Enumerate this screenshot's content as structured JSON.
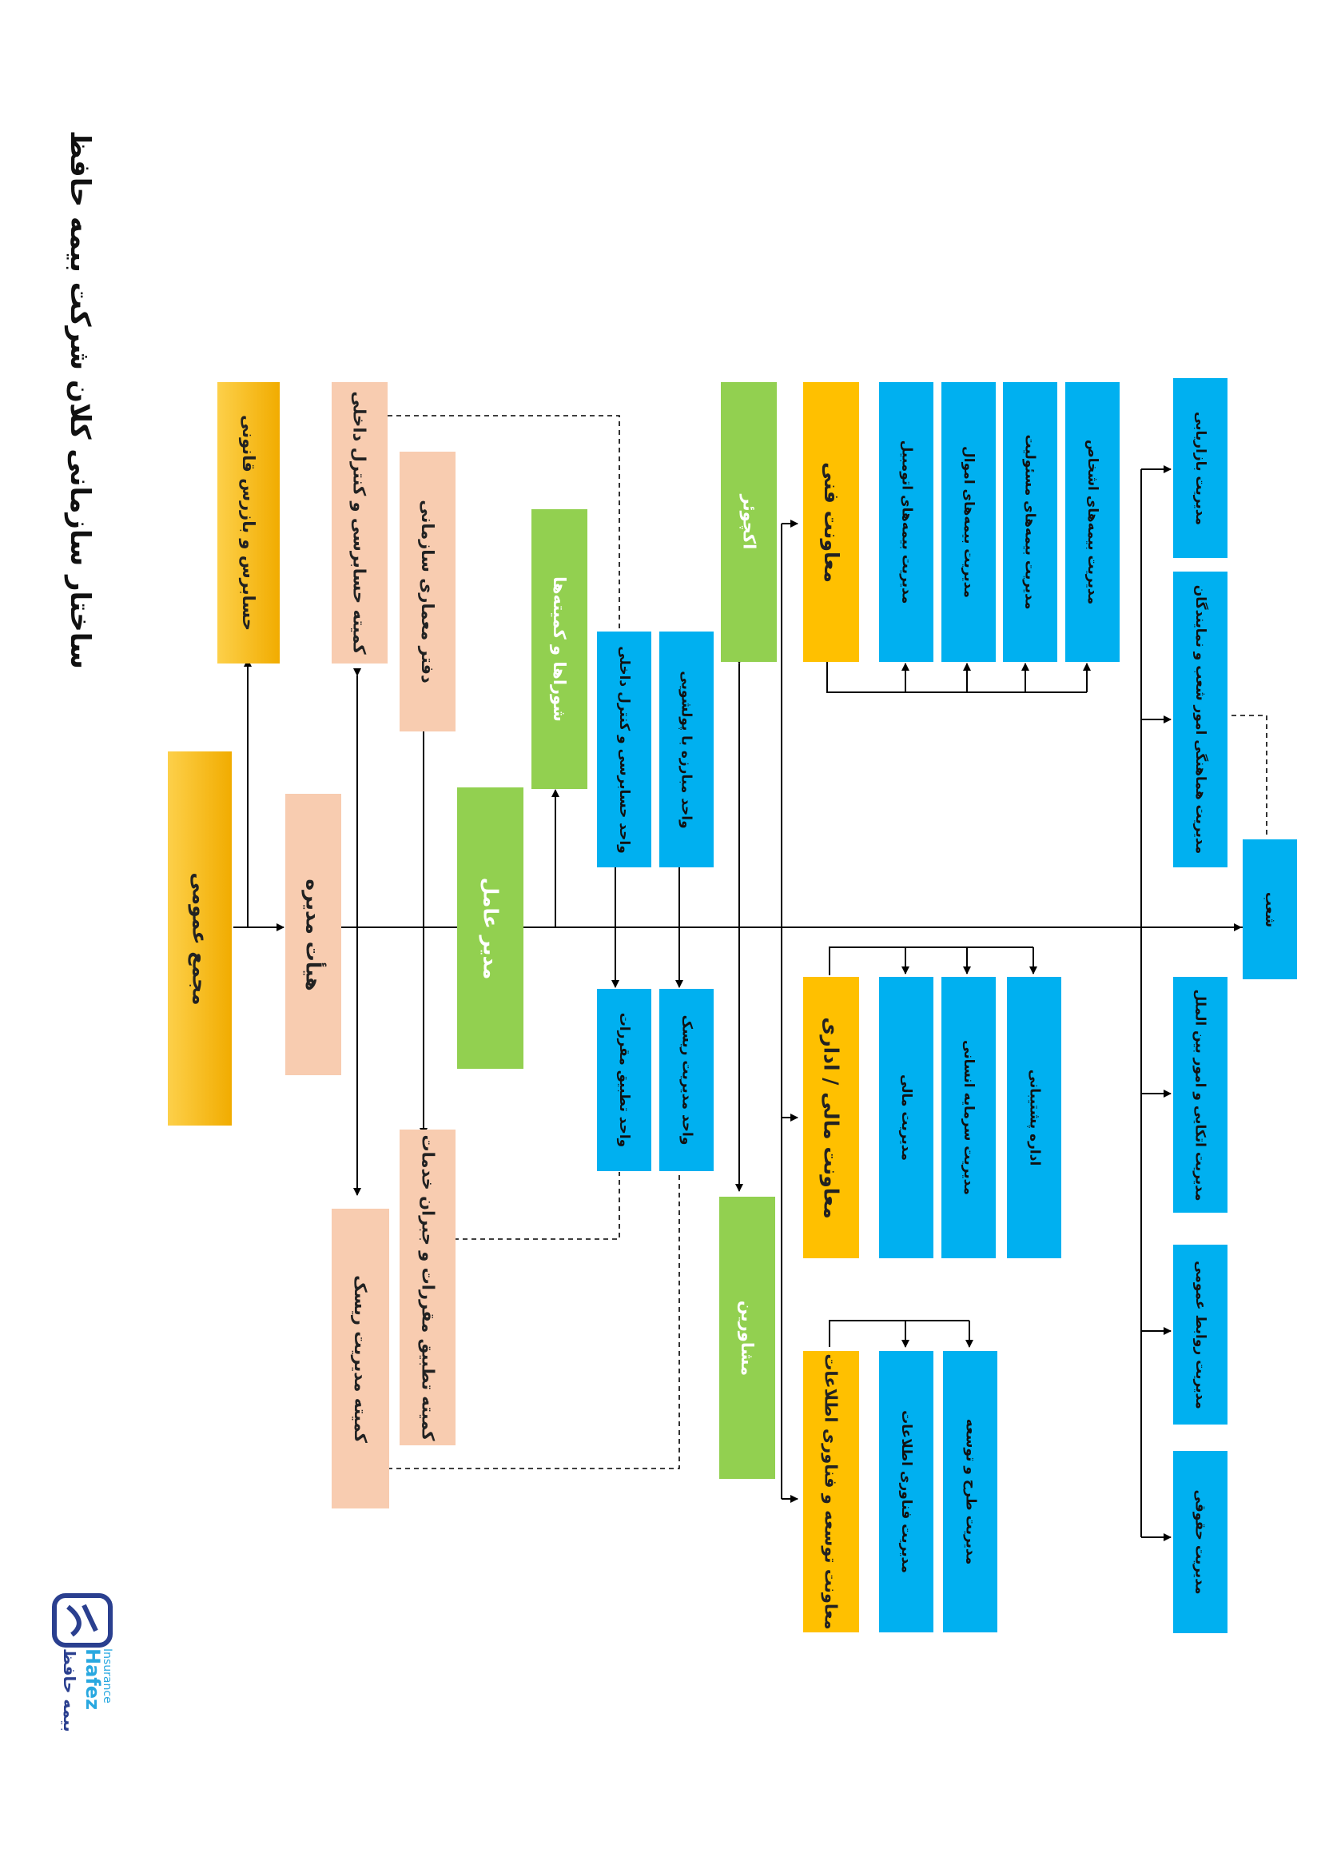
{
  "title": "ساختار سازمانی کلان شرکت بیمه حافظ",
  "logo": {
    "fa_text": "بیمه حافظ",
    "en_text": "Hafez",
    "en_sub": "Insurance"
  },
  "colors": {
    "orange": "#f1ac00",
    "peach": "#f8ccb0",
    "green": "#92d050",
    "blue": "#00b0f0",
    "yellow": "#ffc000",
    "line": "#000000"
  },
  "nodes": {
    "general_assembly": "مجمع عمومی",
    "legal_auditor": "حسابرس و بازرس قانونی",
    "board": "هیأت مدیره",
    "audit_committee": "کمیته حسابرسی و کنترل داخلی",
    "risk_committee": "کمیته مدیریت ریسک",
    "enterprise_architecture_office": "دفتر معماری سازمانی",
    "compliance_committee": "کمیته تطبیق مقررات و جبران خدمات",
    "ceo": "مدیر عامل",
    "councils": "شوراها و کمیته‌ها",
    "internal_audit_unit": "واحد حسابرسی و کنترل داخلی",
    "aml_unit": "واحد مبارزه با پولشویی",
    "compliance_unit": "واحد تطبیق مقررات",
    "risk_unit": "واحد مدیریت ریسک",
    "actuary": "اکچوئر",
    "advisors": "مشاورین",
    "technical_deputy": "معاونت فنی",
    "auto_insurance": "مدیریت بیمه‌های اتومبیل",
    "property_insurance": "مدیریت بیمه‌های اموال",
    "liability_insurance": "مدیریت بیمه‌های مسئولیت",
    "personal_insurance": "مدیریت بیمه‌های اشخاص",
    "finance_deputy": "معاونت مالی / اداری",
    "financial_management": "مدیریت مالی",
    "hr_management": "مدیریت سرمایه انسانی",
    "support_office": "اداره پشتیبانی",
    "it_deputy": "معاونت توسعه و فناوری اطلاعات",
    "it_management": "مدیریت فناوری اطلاعات",
    "planning_development": "مدیریت طرح و توسعه",
    "marketing": "مدیریت بازاریابی",
    "branch_coordination": "مدیریت هماهنگی امور شعب و نمایندگان",
    "branches": "شعب",
    "reinsurance": "مدیریت اتکایی و امور بین الملل",
    "public_relations": "مدیریت روابط عمومی",
    "legal_management": "مدیریت حقوقی"
  }
}
